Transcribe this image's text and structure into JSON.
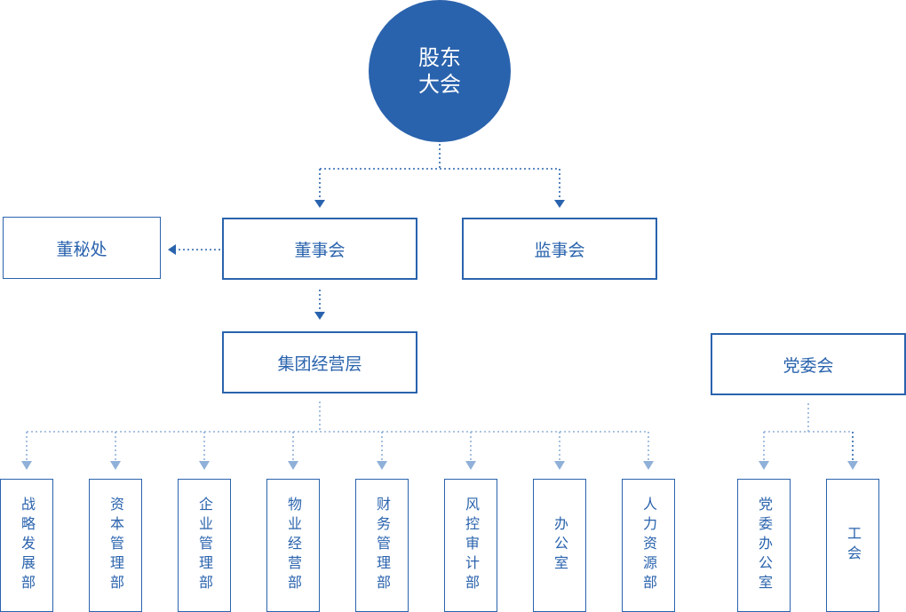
{
  "top": {
    "line1": "股东",
    "line2": "大会"
  },
  "board": "董事会",
  "supervisory": "监事会",
  "secretariat": "董秘处",
  "management": "集团经营层",
  "party": "党委会",
  "departments": [
    "战略发展部",
    "资本管理部",
    "企业管理部",
    "物业经营部",
    "财务管理部",
    "风控审计部",
    "办公室",
    "人力资源部"
  ],
  "party_units": [
    "党委办公室",
    "工会"
  ],
  "colors": {
    "primary": "#2a63ad",
    "connector": "#8fb0d8"
  }
}
